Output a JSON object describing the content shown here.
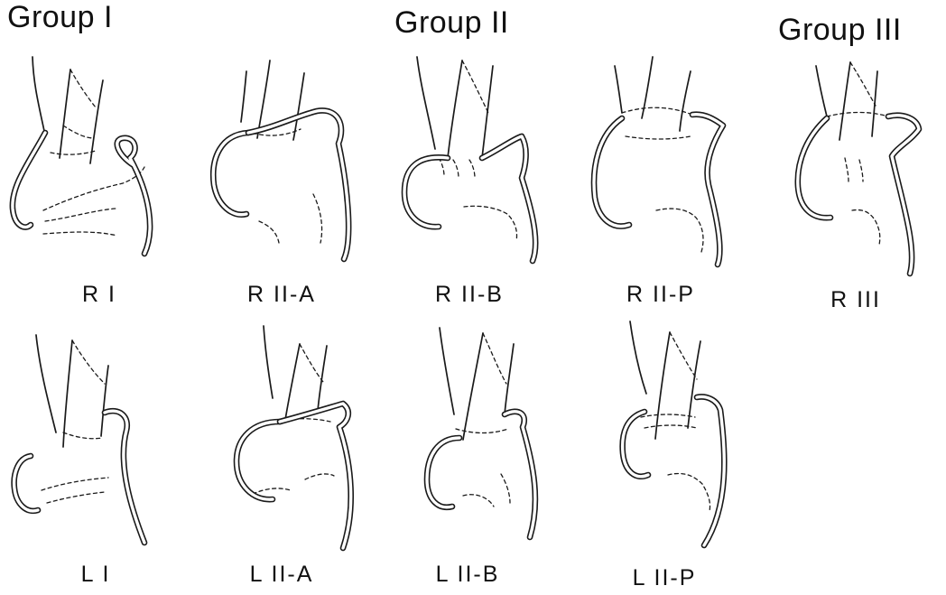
{
  "groups": [
    {
      "title": "Group I"
    },
    {
      "title": "Group II"
    },
    {
      "title": "Group III"
    }
  ],
  "panels": [
    {
      "label": "R I",
      "side": "right",
      "type": "I"
    },
    {
      "label": "R II-A",
      "side": "right",
      "type": "II-A"
    },
    {
      "label": "R II-B",
      "side": "right",
      "type": "II-B"
    },
    {
      "label": "R II-P",
      "side": "right",
      "type": "II-P"
    },
    {
      "label": "R III",
      "side": "right",
      "type": "III"
    },
    {
      "label": "L I",
      "side": "left",
      "type": "I"
    },
    {
      "label": "L II-A",
      "side": "left",
      "type": "II-A"
    },
    {
      "label": "L II-B",
      "side": "left",
      "type": "II-B"
    },
    {
      "label": "L II-P",
      "side": "left",
      "type": "II-P"
    }
  ],
  "colors": {
    "line": "#1a1a1a",
    "background": "#ffffff",
    "text": "#111111"
  }
}
